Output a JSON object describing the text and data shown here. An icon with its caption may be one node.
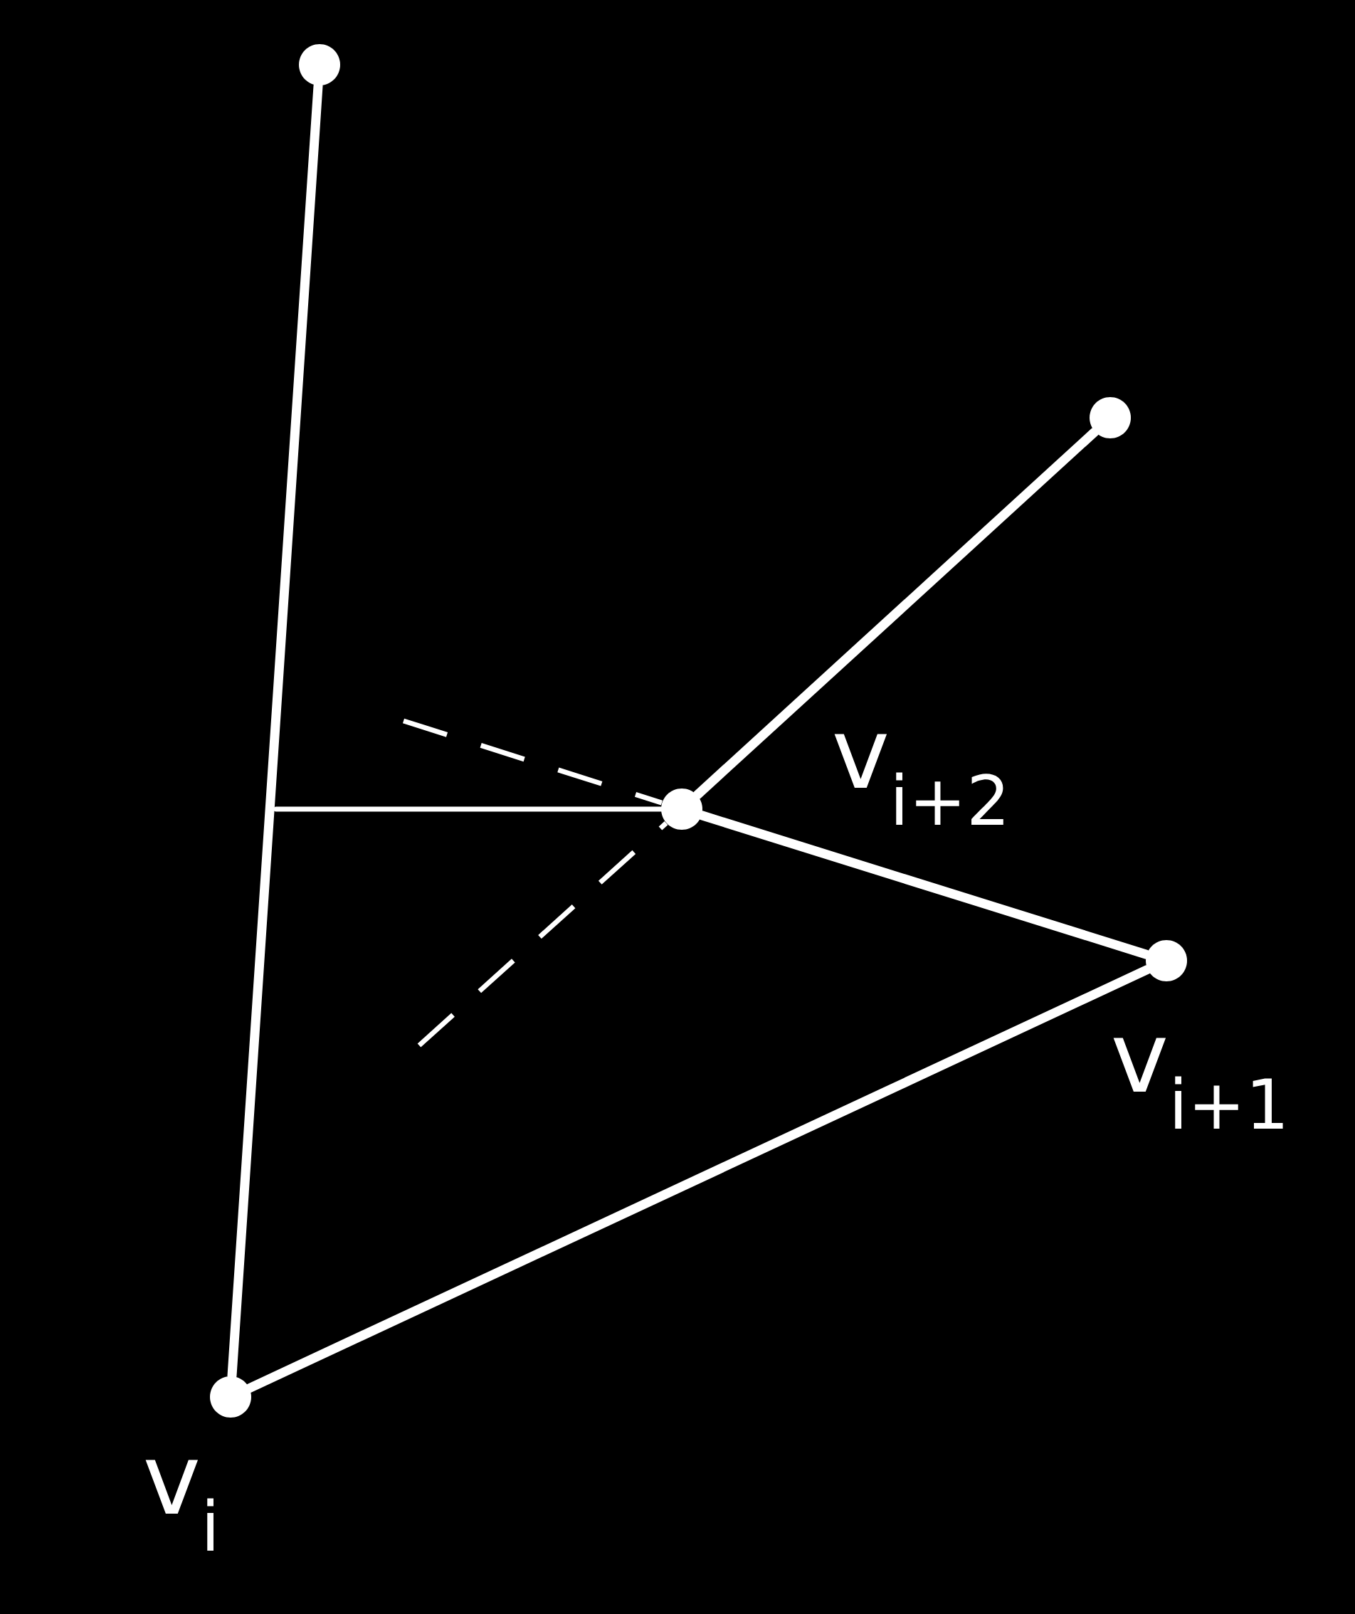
{
  "diagram": {
    "nodes": [
      {
        "text": [],
        "shape": "circle"
      },
      {
        "text": [],
        "shape": "circle"
      },
      {
        "text": [],
        "shape": "circle",
        "beside": [
          "v$_{i+2}$"
        ]
      },
      {
        "text": [],
        "shape": "circle",
        "beside": [
          "v$_{i+1}$"
        ]
      },
      {
        "text": [],
        "shape": "circle",
        "beside": [
          "v$_{i}$"
        ]
      }
    ],
    "edges": [
      {
        "from": 0,
        "to": 4,
        "arrow": "none"
      },
      {
        "from": 1,
        "to": 2,
        "arrow": "none"
      },
      {
        "from": 2,
        "to": 3,
        "arrow": "none"
      },
      {
        "from": 3,
        "to": 4,
        "arrow": "none"
      },
      {
        "from": null,
        "to": 2,
        "arrow": "none"
      },
      {
        "from": null,
        "to": 2,
        "arrow": "none",
        "style": "dashed"
      },
      {
        "from": null,
        "to": 2,
        "arrow": "none",
        "style": "dashed"
      }
    ]
  }
}
